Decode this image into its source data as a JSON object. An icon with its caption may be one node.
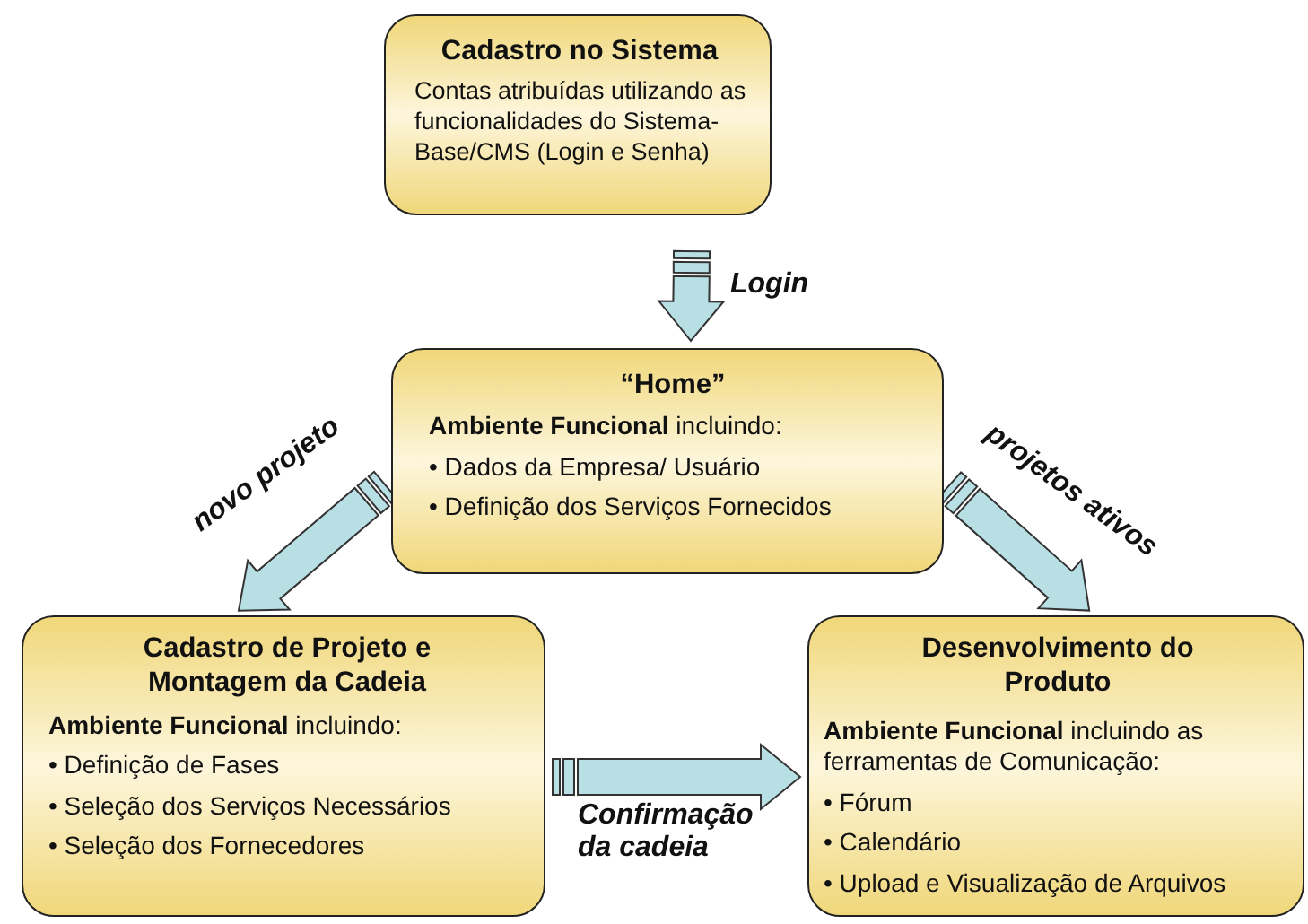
{
  "diagram": {
    "nodes": [
      {
        "text": [
          "Cadastro no Sistema",
          "Contas atribuídas utilizando as funcionalidades do Sistema-Base/CMS (Login e Senha)"
        ]
      },
      {
        "text": [
          "“Home”",
          "**Ambiente Funcional** incluindo:",
          "• Dados da Empresa/ Usuário",
          "• Definição dos Serviços Fornecidos"
        ]
      },
      {
        "text": [
          "Cadastro de Projeto e Montagem da Cadeia",
          "**Ambiente Funcional** incluindo:",
          "• Definição de Fases",
          "• Seleção dos Serviços Necessários",
          "• Seleção dos Fornecedores"
        ]
      },
      {
        "text": [
          "Desenvolvimento do Produto",
          "**Ambiente Funcional** incluindo as ferramentas de Comunicação:",
          "• Fórum",
          "• Calendário",
          "• Upload e Visualização de Arquivos"
        ]
      }
    ],
    "edges": [
      {
        "from": 0,
        "to": 1,
        "arrow": "to",
        "label": "Login"
      },
      {
        "from": 1,
        "to": 2,
        "arrow": "to",
        "label": "novo projeto"
      },
      {
        "from": 1,
        "to": 3,
        "arrow": "to",
        "label": "projetos ativos"
      },
      {
        "from": 2,
        "to": 3,
        "arrow": "to",
        "label": "Confirmação da cadeia"
      }
    ]
  }
}
